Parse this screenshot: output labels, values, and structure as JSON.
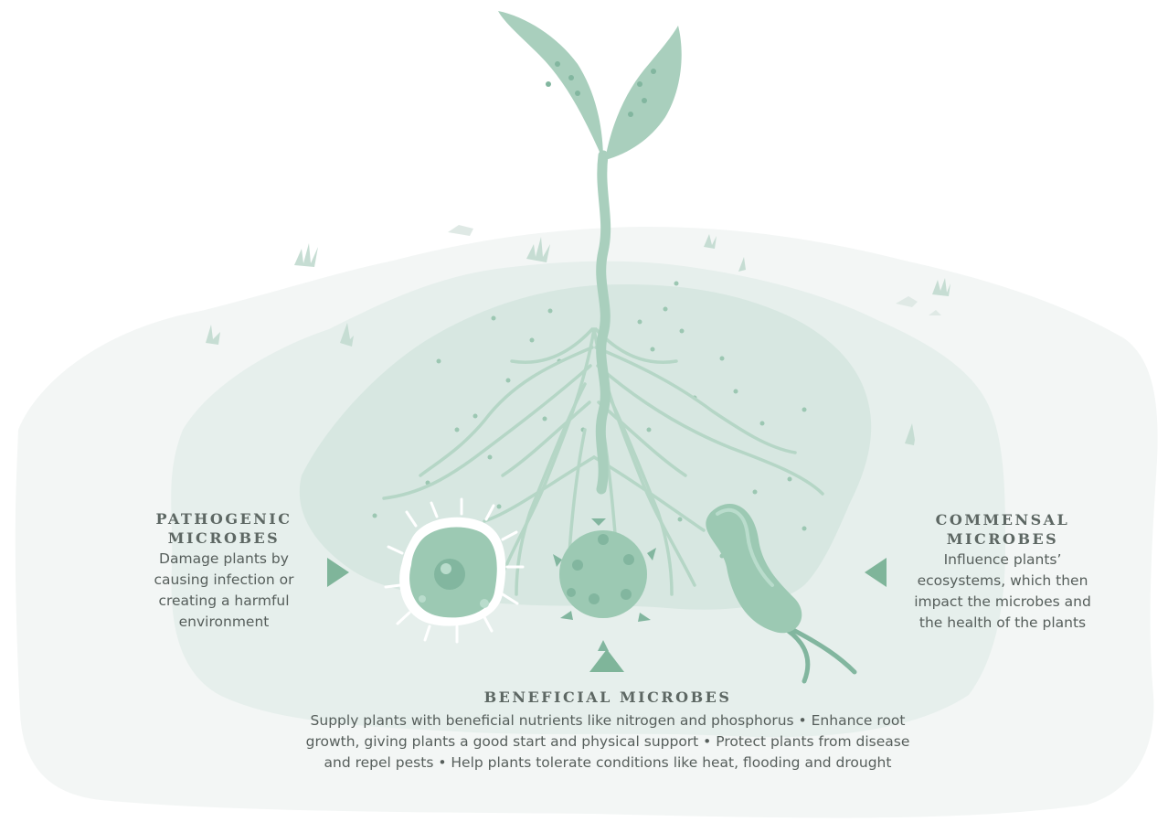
{
  "colors": {
    "soil_light": "#f3f6f5",
    "soil_mid": "#e6efec",
    "soil_dark": "#d7e7e1",
    "plant": "#a9cfbd",
    "plant_dark": "#82b69f",
    "arrow": "#7fb59a",
    "text_heading": "#5d6763",
    "text_body": "#565e5b"
  },
  "pathogenic": {
    "heading_line1": "PATHOGENIC",
    "heading_line2": "MICROBES",
    "desc_line1": "Damage plants by",
    "desc_line2": "causing infection or",
    "desc_line3": "creating a harmful",
    "desc_line4": "environment"
  },
  "commensal": {
    "heading_line1": "COMMENSAL",
    "heading_line2": "MICROBES",
    "desc_line1": "Influence plants’",
    "desc_line2": "ecosystems, which then",
    "desc_line3": "impact the microbes and",
    "desc_line4": "the health of the plants"
  },
  "beneficial": {
    "heading": "BENEFICIAL MICROBES",
    "desc_line1": "Supply plants with beneficial nutrients like nitrogen and phosphorus • Enhance root",
    "desc_line2": "growth, giving plants a good start and physical support • Protect plants from disease",
    "desc_line3": "and repel pests • Help plants tolerate conditions like heat, flooding and drought"
  },
  "icons": {
    "plant": "seedling-illustration",
    "pathogen": "spiky-cell-illustration",
    "beneficial": "round-spiked-microbe-illustration",
    "commensal": "flagellated-bacterium-illustration"
  }
}
